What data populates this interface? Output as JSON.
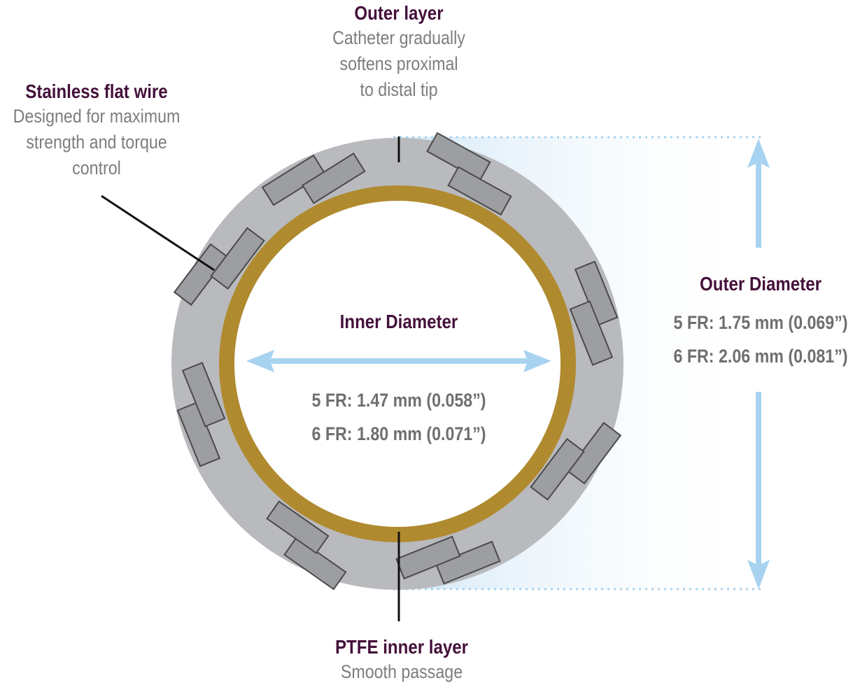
{
  "labels": {
    "outer_layer": {
      "title": "Outer layer",
      "desc": [
        "Catheter gradually",
        "softens proximal",
        "to distal tip"
      ]
    },
    "stainless_flat_wire": {
      "title": "Stainless flat wire",
      "desc": [
        "Designed for maximum",
        "strength and torque",
        "control"
      ]
    },
    "inner_diameter": {
      "title": "Inner Diameter",
      "values": [
        "5 FR: 1.47 mm (0.058”)",
        "6 FR: 1.80 mm (0.071”)"
      ]
    },
    "outer_diameter": {
      "title": "Outer Diameter",
      "values": [
        "5 FR: 1.75 mm (0.069”)",
        "6 FR: 2.06 mm (0.081”)"
      ]
    },
    "ptfe_inner_layer": {
      "title": "PTFE inner layer",
      "desc": [
        "Smooth passage"
      ]
    }
  },
  "colors": {
    "outer_layer": "#b9babd",
    "ptfe_layer": "#b08a2e",
    "wire_fill": "#9d9ea1",
    "wire_stroke": "#4a4a4a",
    "arrow": "#a8d3f0",
    "title_text": "#44103a",
    "desc_text": "#7d7d7d"
  }
}
